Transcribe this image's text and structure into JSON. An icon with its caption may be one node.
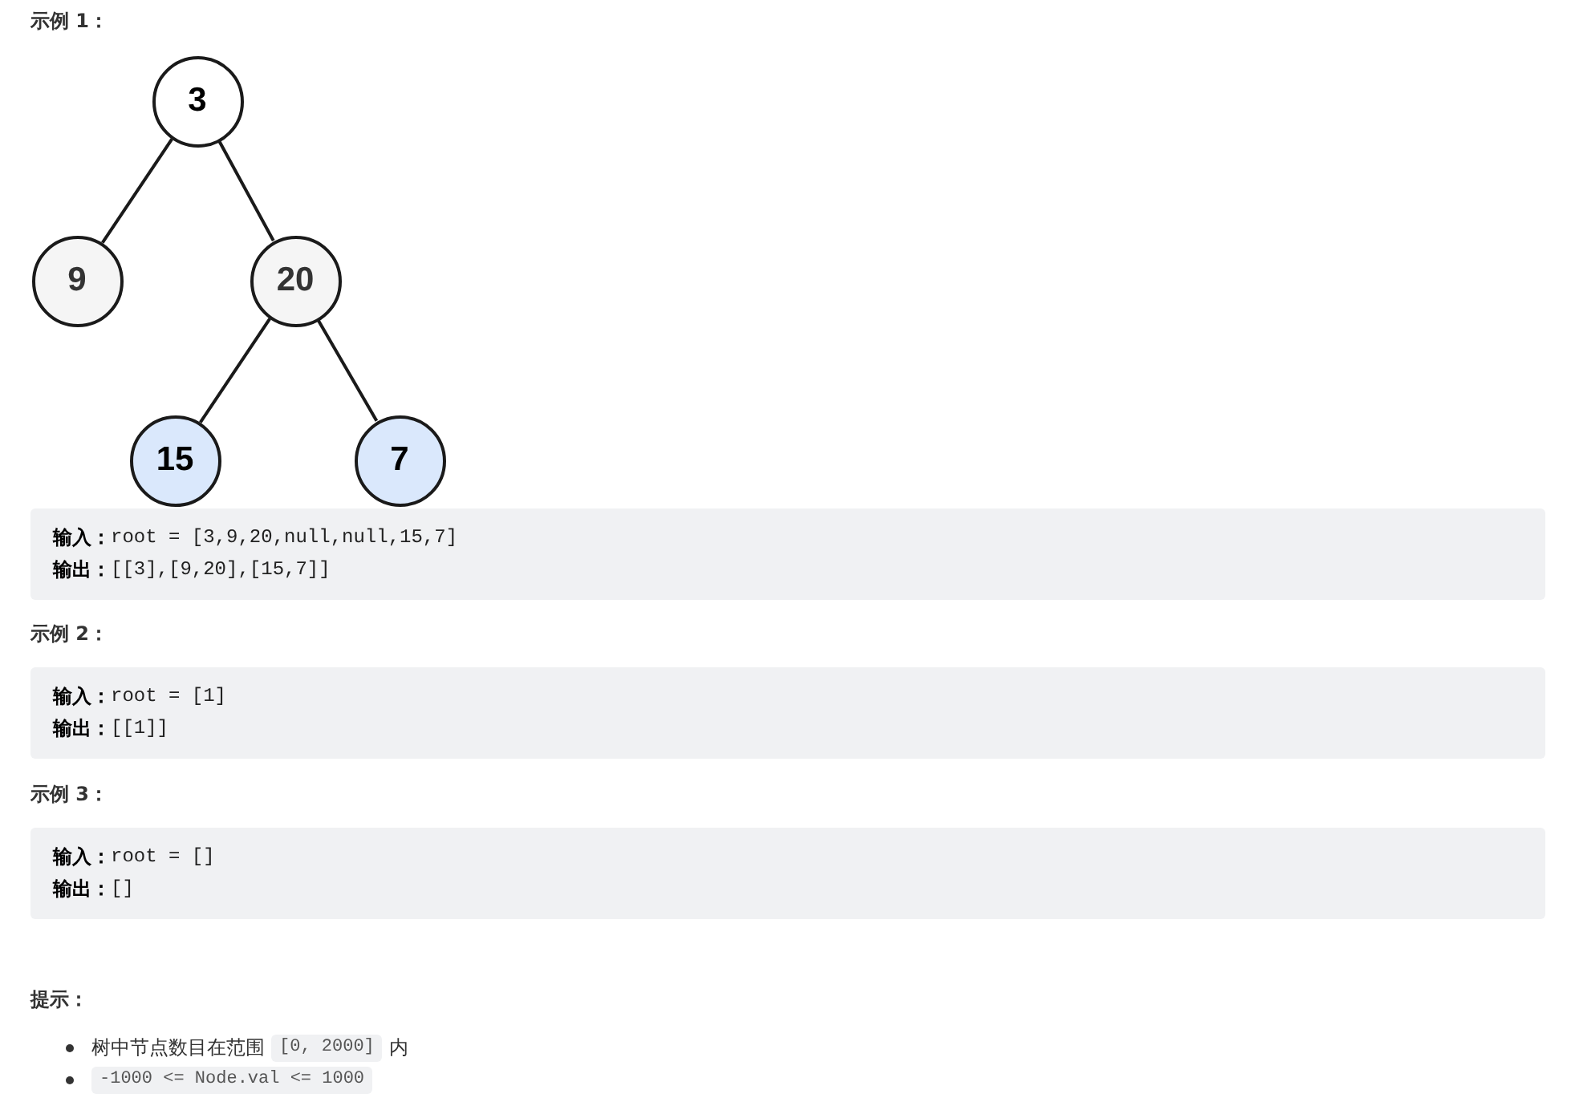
{
  "diagram": {
    "nodes": [
      {
        "text": [
          "3"
        ]
      },
      {
        "text": [
          "9"
        ]
      },
      {
        "text": [
          "20"
        ]
      },
      {
        "text": [
          "15"
        ]
      },
      {
        "text": [
          "7"
        ]
      },
      {
        "text": [
          "输入：",
          "root = [3,9,20,null,null,15,7]",
          "输出：",
          "[[3],[9,20],[15,7]]"
        ]
      },
      {
        "text": [
          "输入：",
          "root = [1]",
          "输出：",
          "[[1]]"
        ]
      },
      {
        "text": [
          "输入：",
          "root = []",
          "输出：",
          "[]"
        ]
      }
    ],
    "edges": [
      {
        "from": 0,
        "to": 1,
        "arrow": "none"
      },
      {
        "from": 0,
        "to": 2,
        "arrow": "none"
      },
      {
        "from": 2,
        "to": 3,
        "arrow": "none"
      },
      {
        "from": 2,
        "to": 4,
        "arrow": "none"
      }
    ],
    "labels": [
      "示例 1：",
      "示例 2：",
      "示例 3：",
      "提示：",
      "树中节点数目在范围",
      "[0, 2000]",
      "内",
      "-1000 <= Node.val <= 1000"
    ]
  }
}
